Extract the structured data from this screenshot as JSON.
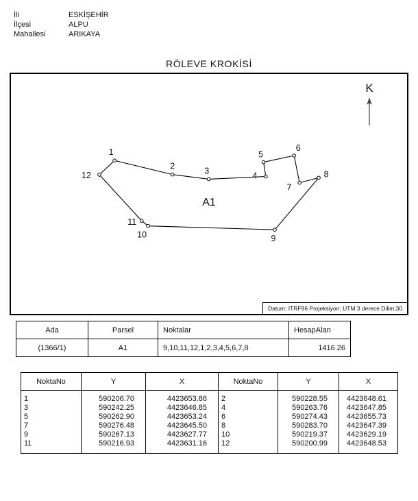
{
  "header": {
    "fields": [
      {
        "label": "İli",
        "value": "ESKİŞEHİR"
      },
      {
        "label": "İlçesi",
        "value": "ALPU"
      },
      {
        "label": "Mahallesi",
        "value": "ARIKAYA"
      }
    ]
  },
  "title": "RÖLEVE KROKİSİ",
  "sketch": {
    "north_label": "K",
    "parcel_label": "A1",
    "datum_note": "Datum: ITRF96 Projeksiyon: UTM 3 derece Dilim:30",
    "polygon_order": [
      9,
      10,
      11,
      12,
      1,
      2,
      3,
      4,
      5,
      6,
      7,
      8
    ],
    "points": [
      {
        "no": 1,
        "y": 590206.7,
        "x": 4423653.86
      },
      {
        "no": 2,
        "y": 590228.55,
        "x": 4423648.61
      },
      {
        "no": 3,
        "y": 590242.25,
        "x": 4423646.85
      },
      {
        "no": 4,
        "y": 590263.76,
        "x": 4423647.85
      },
      {
        "no": 5,
        "y": 590262.9,
        "x": 4423653.24
      },
      {
        "no": 6,
        "y": 590274.43,
        "x": 4423655.73
      },
      {
        "no": 7,
        "y": 590276.48,
        "x": 4423645.5
      },
      {
        "no": 8,
        "y": 590283.7,
        "x": 4423647.39
      },
      {
        "no": 9,
        "y": 590267.13,
        "x": 4423627.77
      },
      {
        "no": 10,
        "y": 590219.37,
        "x": 4423629.19
      },
      {
        "no": 11,
        "y": 590216.93,
        "x": 4423631.16
      },
      {
        "no": 12,
        "y": 590200.99,
        "x": 4423648.53
      }
    ]
  },
  "parcel_table": {
    "headers": [
      "Ada",
      "Parsel",
      "Noktalar",
      "HesapAlan"
    ],
    "rows": [
      [
        "(1366/1)",
        "A1",
        "9,10,11,12,1,2,3,4,5,6,7,8",
        "1416.26"
      ]
    ]
  },
  "coord_table": {
    "headers": [
      "NoktaNo",
      "Y",
      "X",
      "NoktaNo",
      "Y",
      "X"
    ],
    "rows": [
      [
        "1",
        "590206.70",
        "4423653.86",
        "2",
        "590228.55",
        "4423648.61"
      ],
      [
        "3",
        "590242.25",
        "4423646.85",
        "4",
        "590263.76",
        "4423647.85"
      ],
      [
        "5",
        "590262.90",
        "4423653.24",
        "6",
        "590274.43",
        "4423655.73"
      ],
      [
        "7",
        "590276.48",
        "4423645.50",
        "8",
        "590283.70",
        "4423647.39"
      ],
      [
        "9",
        "590267.13",
        "4423627.77",
        "10",
        "590219.37",
        "4423629.19"
      ],
      [
        "11",
        "590216.93",
        "4423631.16",
        "12",
        "590200.99",
        "4423648.53"
      ]
    ]
  }
}
